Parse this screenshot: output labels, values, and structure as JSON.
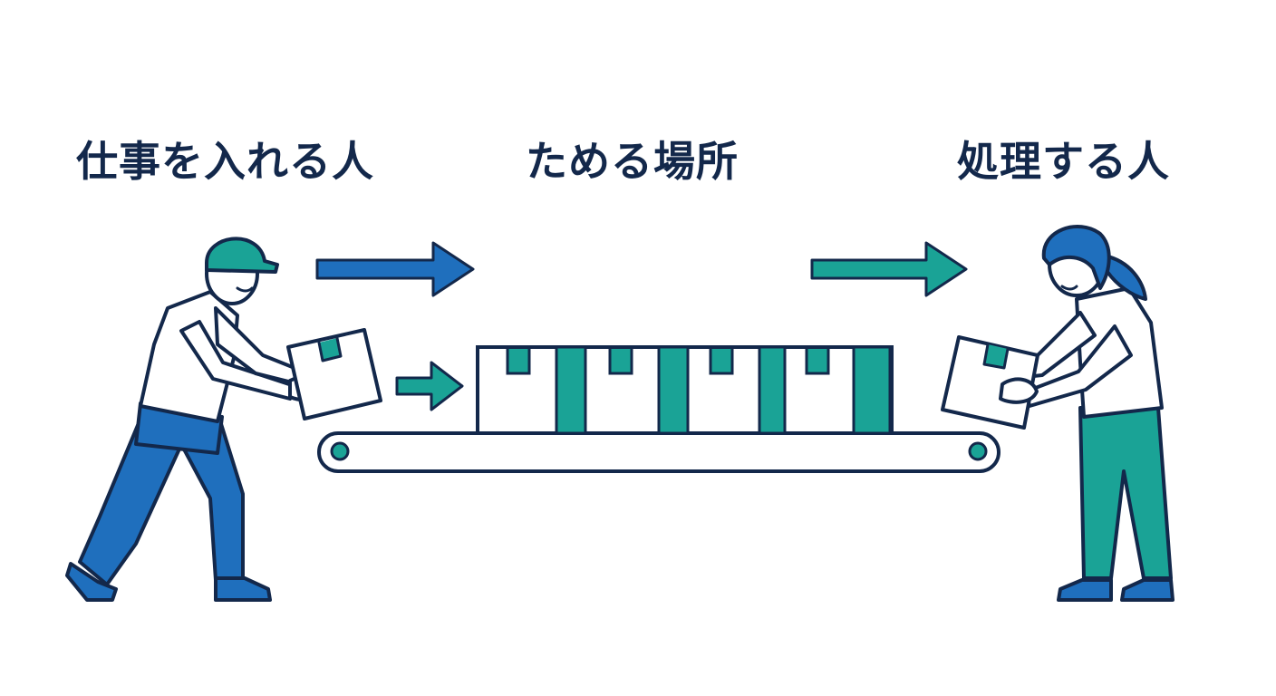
{
  "labels": {
    "producer": "仕事を入れる人",
    "buffer": "ためる場所",
    "consumer": "処理する人"
  },
  "colors": {
    "outline": "#13284b",
    "blue": "#1f6fbd",
    "teal": "#1aa396",
    "white": "#ffffff",
    "skin": "#ffffff"
  },
  "icons": {
    "producer": "worker-with-cap-icon",
    "consumer": "worker-with-ponytail-icon",
    "buffer": "conveyor-belt-icon",
    "item": "box-icon"
  },
  "queue": {
    "box_count": 4
  }
}
